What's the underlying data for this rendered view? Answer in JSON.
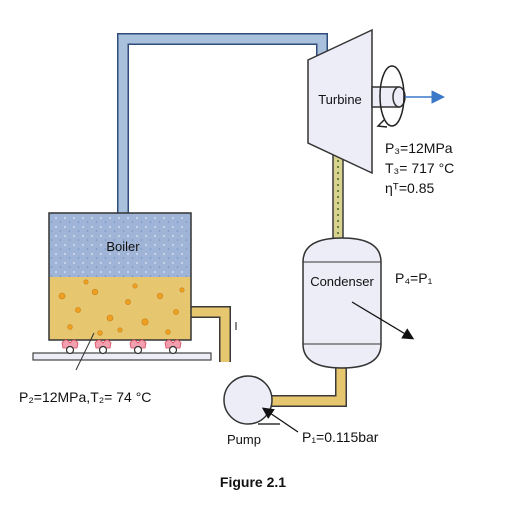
{
  "diagram": {
    "components": {
      "turbine": "Turbine",
      "boiler": "Boiler",
      "condenser": "Condenser",
      "pump": "Pump"
    },
    "annotations": {
      "turbine_pressure": "P₃=12MPa",
      "turbine_temperature": "T₃= 717 °C",
      "turbine_efficiency": "ηᵀ=0.85",
      "condenser_pressure": "P₄=P₁",
      "boiler_inlet": "P₂=12MPa,T₂= 74 °C",
      "pump_inlet_pressure": "P₁=0.115bar"
    },
    "caption": "Figure 2.1"
  },
  "colors": {
    "steam_pipe": "#a9c1dc",
    "water_pipe": "#e6c66f",
    "boiler_steam": "#9fb4d6",
    "boiler_water": "#e6c66f",
    "vessel_fill": "#ecedf7",
    "work_arrow": "#3c78c8"
  }
}
